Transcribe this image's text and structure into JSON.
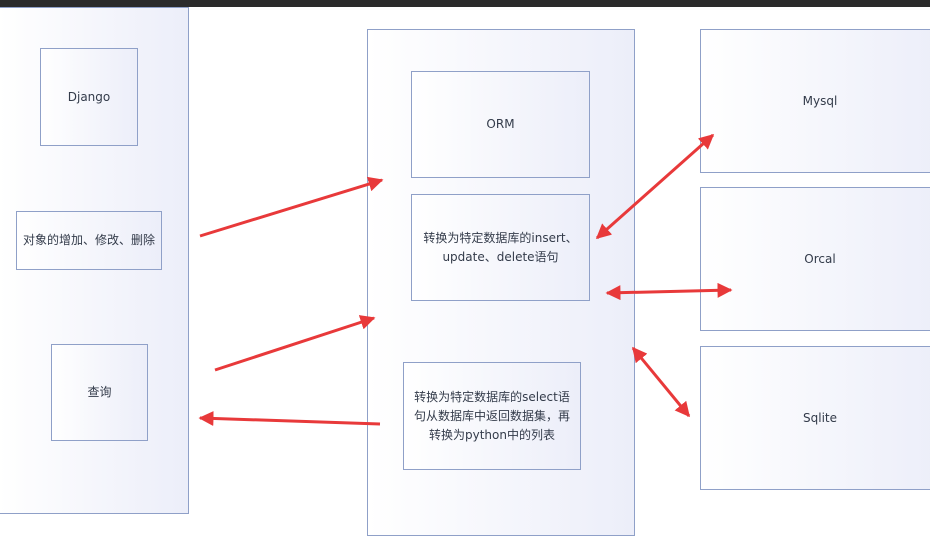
{
  "django_side": {
    "django_label": "Django",
    "crud_label": "对象的增加、修改、删除",
    "query_label": "查询"
  },
  "orm_side": {
    "orm_label": "ORM",
    "convert_label": "转换为特定数据库的insert、update、delete语句",
    "select_label": "转换为特定数据库的select语句从数据库中返回数据集，再转换为python中的列表"
  },
  "databases": {
    "mysql_label": "Mysql",
    "orcal_label": "Orcal",
    "sqlite_label": "Sqlite"
  },
  "colors": {
    "arrow": "#e8393a",
    "border": "#8fa0c8"
  }
}
